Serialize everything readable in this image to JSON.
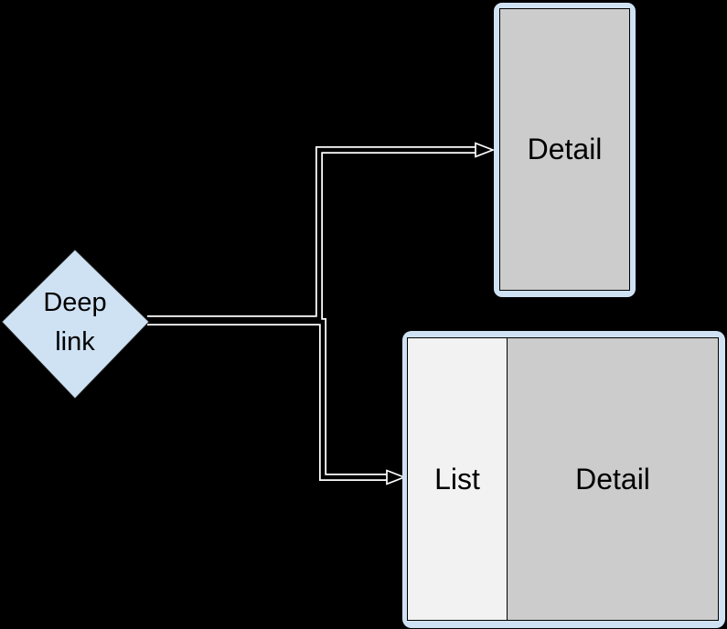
{
  "diagram": {
    "title": "Deep link navigation diagram",
    "background_color": "#000000",
    "connector_color": "#ffffff",
    "text_color": "#000000",
    "nodes": {
      "deep_link": {
        "label": "Deep link",
        "shape": "diamond",
        "fill": "#cfe2f3",
        "border_color": "#1f1f1f"
      },
      "detail_portrait": {
        "label": "Detail",
        "shape": "device-portrait",
        "frame_fill": "#cfe2f3",
        "screen_fill": "#cccccc",
        "screen_border": "#000000"
      },
      "list_detail": {
        "list_label": "List",
        "detail_label": "Detail",
        "shape": "device-landscape",
        "frame_fill": "#cfe2f3",
        "list_fill": "#f2f2f2",
        "detail_fill": "#cccccc",
        "screen_border": "#000000"
      }
    },
    "edges": [
      {
        "from": "deep_link",
        "to": "detail_portrait",
        "style": "cased-elbow-arrow"
      },
      {
        "from": "deep_link",
        "to": "list_detail",
        "style": "cased-elbow-arrow"
      }
    ]
  }
}
